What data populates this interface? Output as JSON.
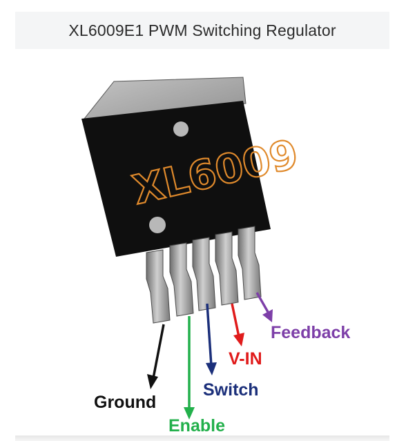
{
  "title": "XL6009E1 PWM Switching Regulator",
  "chip": {
    "marking": "XL6009",
    "body_color": "#0f0f0f",
    "tab_color": "#a9a9a9",
    "marking_color": "#e08a2c"
  },
  "pins": [
    {
      "id": "ground",
      "label": "Ground",
      "color": "#111111"
    },
    {
      "id": "enable",
      "label": "Enable",
      "color": "#22b04b"
    },
    {
      "id": "switch",
      "label": "Switch",
      "color": "#1b2f7a"
    },
    {
      "id": "vin",
      "label": "V-IN",
      "color": "#e01b1b"
    },
    {
      "id": "feedback",
      "label": "Feedback",
      "color": "#7d3fa8"
    }
  ]
}
